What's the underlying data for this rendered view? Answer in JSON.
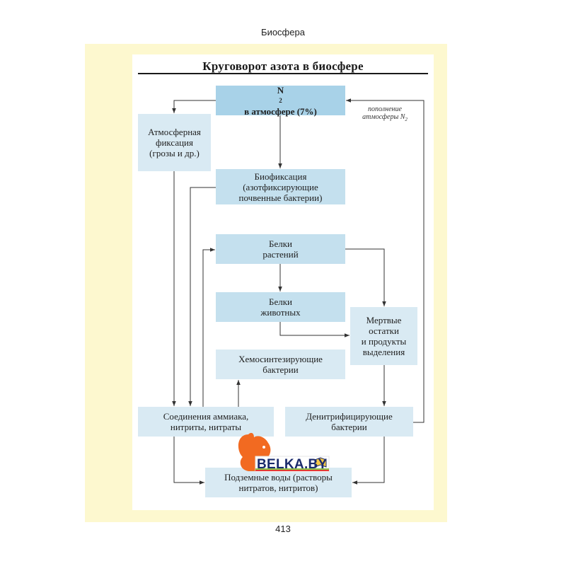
{
  "page": {
    "header": "Биосфера",
    "page_number": "413"
  },
  "diagram": {
    "title": "Круговорот азота в биосфере",
    "nodes": {
      "n2_atmosphere": {
        "line1": "N",
        "line1_sub": "2",
        "line2": "в атмосфере (7%)"
      },
      "atmospheric_fixation": {
        "lines": [
          "Атмосферная",
          "фиксация",
          "(грозы и др.)"
        ]
      },
      "biofixation": {
        "lines": [
          "Биофиксация",
          "(азотфиксирующие",
          "почвенные бактерии)"
        ]
      },
      "plant_proteins": {
        "lines": [
          "Белки",
          "растений"
        ]
      },
      "animal_proteins": {
        "lines": [
          "Белки",
          "животных"
        ]
      },
      "dead_remains": {
        "lines": [
          "Мертвые",
          "остатки",
          "и продукты",
          "выделения"
        ]
      },
      "chemosynthetic_bacteria": {
        "lines": [
          "Хемосинтезирующие",
          "бактерии"
        ]
      },
      "ammonia_compounds": {
        "lines": [
          "Соединения аммиака,",
          "нитриты, нитраты"
        ]
      },
      "denitrifying_bacteria": {
        "lines": [
          "Денитрифицирующие",
          "бактерии"
        ]
      },
      "groundwater": {
        "lines": [
          "Подземные воды (растворы",
          "нитратов, нитритов)"
        ]
      }
    },
    "note": {
      "line1": "пополнение",
      "line2": "атмосферы N",
      "line2_sub": "2"
    }
  },
  "watermark": {
    "text": "BELKA.BY"
  },
  "colors": {
    "page_background": "#fdf8cf",
    "node_pale": "#d9eaf3",
    "node_mid": "#c4e0ee",
    "node_dark": "#a8d2e8",
    "arrow": "#333333",
    "logo_orange": "#f26a21",
    "logo_navy": "#1a2a6c"
  }
}
